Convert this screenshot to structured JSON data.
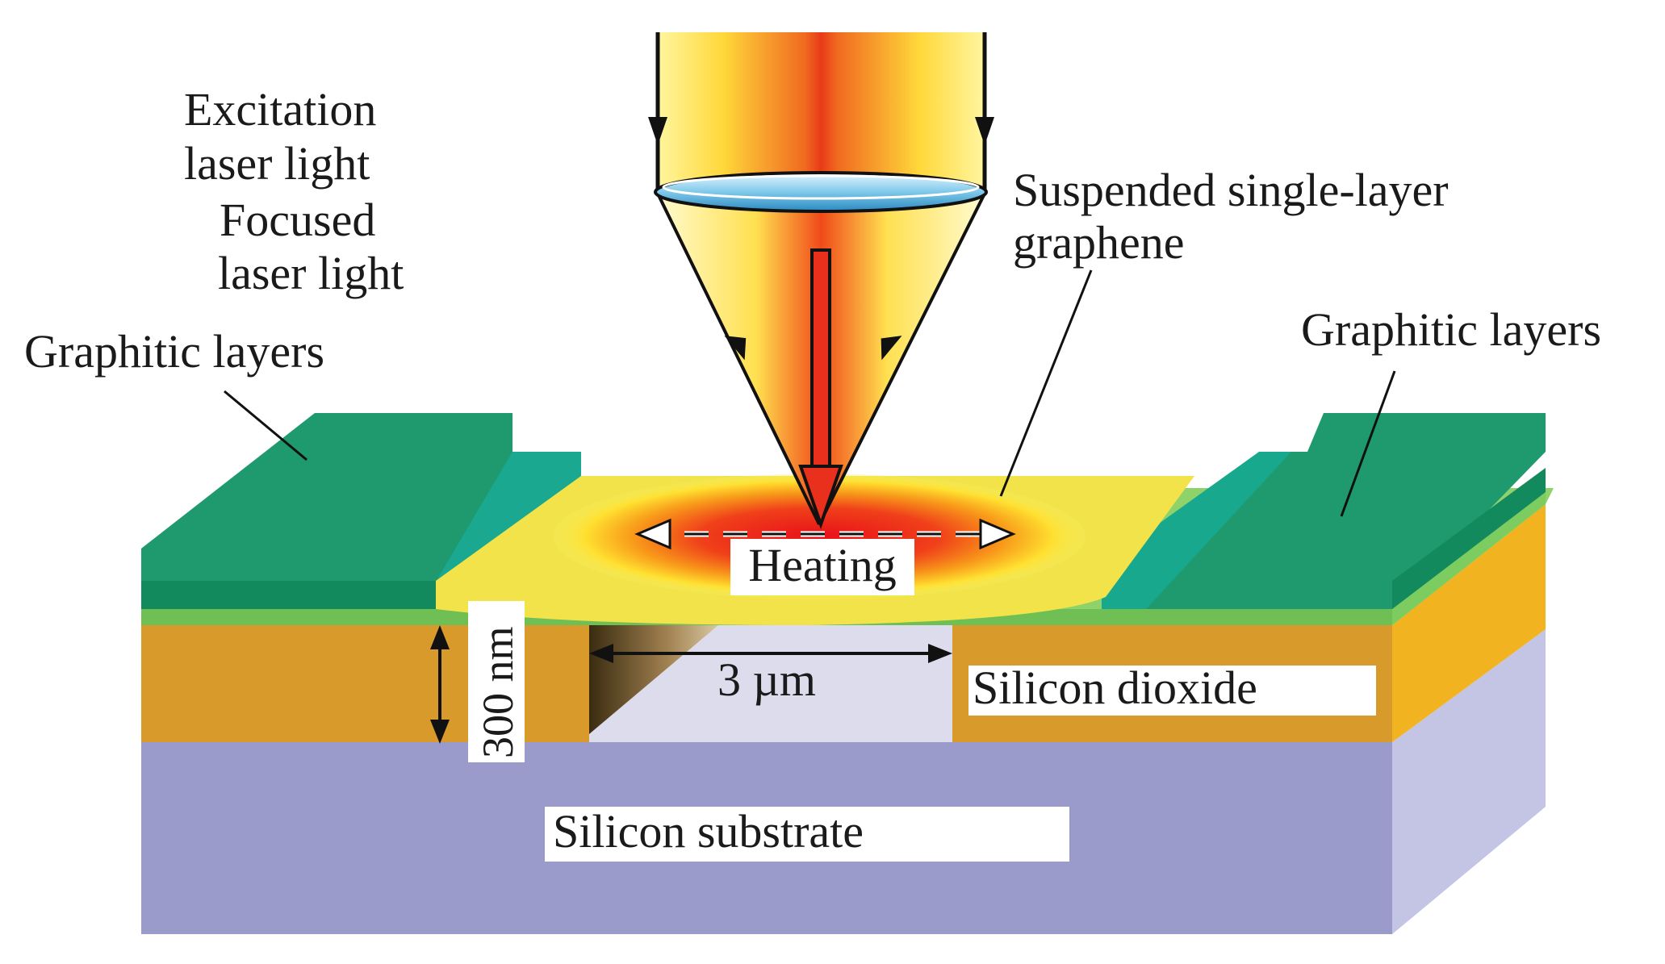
{
  "labels": {
    "excitation": "Excitation",
    "laser_light_1": "laser light",
    "focused": "Focused",
    "laser_light_2": "laser light",
    "graphitic_left": "Graphitic layers",
    "graphitic_right": "Graphitic layers",
    "suspended_1": "Suspended single-layer",
    "suspended_2": "graphene",
    "heating": "Heating",
    "thickness": "300 nm",
    "gap_width": "3 µm",
    "silicon_dioxide": "Silicon dioxide",
    "silicon_substrate": "Silicon substrate"
  },
  "colors": {
    "graphite_top": "#1e9a6e",
    "graphite_side": "#138a60",
    "graphene_green": "#8fd86a",
    "oxide_front": "#d89a2a",
    "oxide_side": "#f0b420",
    "substrate_front": "#9a9ac8",
    "substrate_side": "#c0c0e0",
    "laser_center": "#f03018",
    "laser_edge": "#fff060",
    "lens": "#8fd0ec"
  }
}
